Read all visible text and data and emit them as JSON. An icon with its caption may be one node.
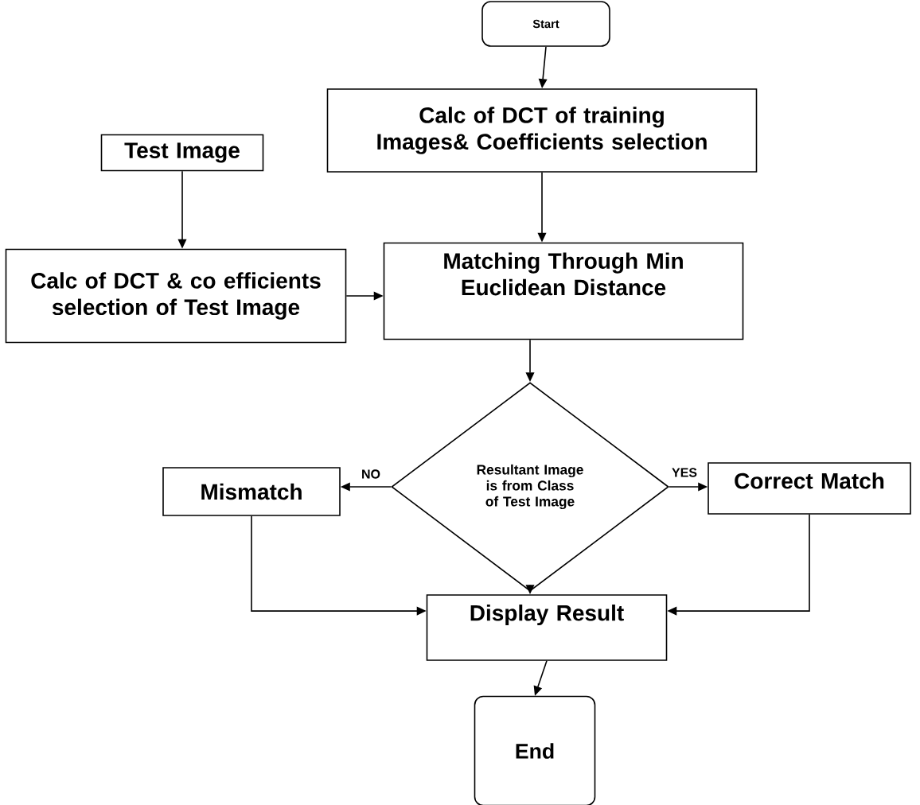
{
  "diagram": {
    "nodes": [
      {
        "text": [
          "Start"
        ]
      },
      {
        "text": [
          "Calc of DCT of training Images& Coefficients selection"
        ]
      },
      {
        "text": [
          "Test Image"
        ]
      },
      {
        "text": [
          "Calc of DCT & co efficients selection of Test Image"
        ]
      },
      {
        "text": [
          "Matching Through Min Euclidean Distance"
        ]
      },
      {
        "text": [
          "Resultant Image is from Class of Test Image"
        ]
      },
      {
        "text": [
          "Mismatch"
        ]
      },
      {
        "text": [
          "Correct Match"
        ]
      },
      {
        "text": [
          "Display Result"
        ]
      },
      {
        "text": [
          "End"
        ]
      }
    ],
    "edges": [
      {
        "from": 0,
        "to": 1,
        "arrow": "to"
      },
      {
        "from": 1,
        "to": 4,
        "arrow": "to"
      },
      {
        "from": 2,
        "to": 3,
        "arrow": "to"
      },
      {
        "from": 3,
        "to": 4,
        "arrow": "to"
      },
      {
        "from": 4,
        "to": 5,
        "arrow": "to"
      },
      {
        "from": 5,
        "to": 6,
        "arrow": "to",
        "label": "NO"
      },
      {
        "from": 5,
        "to": 7,
        "arrow": "to",
        "label": "YES"
      },
      {
        "from": 5,
        "to": 8,
        "arrow": "to"
      },
      {
        "from": 6,
        "to": 8,
        "arrow": "to"
      },
      {
        "from": 7,
        "to": 8,
        "arrow": "to"
      },
      {
        "from": 8,
        "to": 9,
        "arrow": "to"
      }
    ]
  }
}
